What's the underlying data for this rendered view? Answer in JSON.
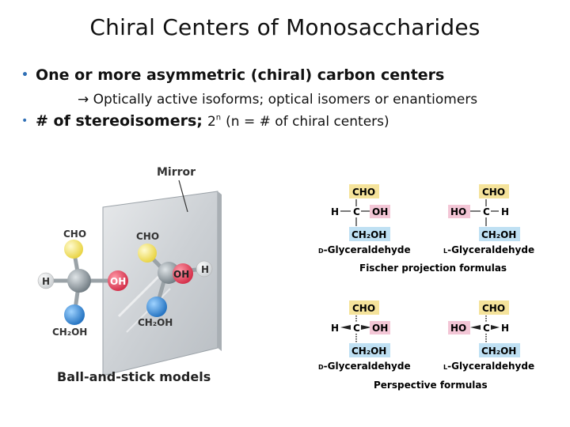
{
  "slide": {
    "title": "Chiral Centers of Monosaccharides",
    "bullets": [
      {
        "text": "One or more asymmetric (chiral) carbon centers"
      },
      {
        "arrow": "→",
        "text": "Optically active isoforms; optical isomers or enantiomers"
      },
      {
        "strong": "# of stereoisomers;",
        "base": "2",
        "sup": "n",
        "rest": "(n = # of chiral centers)"
      }
    ]
  },
  "figure": {
    "mirror_label": "Mirror",
    "ball_and_stick_caption": "Ball-and-stick models",
    "left_model": {
      "top": "CHO",
      "left": "H",
      "right": "OH",
      "bottom": "CH₂OH"
    },
    "right_model": {
      "top": "CHO",
      "left": "OH",
      "right": "H",
      "bottom": "CH₂OH"
    },
    "fischer": {
      "caption": "Fischer projection formulas",
      "d": {
        "top": "CHO",
        "left": "H",
        "center": "C",
        "right": "OH",
        "bottom": "CH₂OH",
        "name_prefix": "D",
        "name": "-Glyceraldehyde"
      },
      "l": {
        "top": "CHO",
        "left": "HO",
        "center": "C",
        "right": "H",
        "bottom": "CH₂OH",
        "name_prefix": "L",
        "name": "-Glyceraldehyde"
      }
    },
    "perspective": {
      "caption": "Perspective formulas",
      "d": {
        "top": "CHO",
        "left": "H",
        "center": "C",
        "right": "OH",
        "bottom": "CH₂OH",
        "name_prefix": "D",
        "name": "-Glyceraldehyde"
      },
      "l": {
        "top": "CHO",
        "left": "HO",
        "center": "C",
        "right": "H",
        "bottom": "CH₂OH",
        "name_prefix": "L",
        "name": "-Glyceraldehyde"
      }
    },
    "colors": {
      "label_box": "#f5e39b",
      "label_box_blue": "#bfe0f3",
      "label_box_pink": "#f3c6d6",
      "aldehyde_ball": "#f2e36a",
      "hydroxyl_ball": "#e23c55",
      "carbon_ball": "#8c969c",
      "hydrogen_ball": "#ffffff",
      "ch2oh_ball": "#2e86d1",
      "mirror": "#cfd2d6"
    }
  }
}
